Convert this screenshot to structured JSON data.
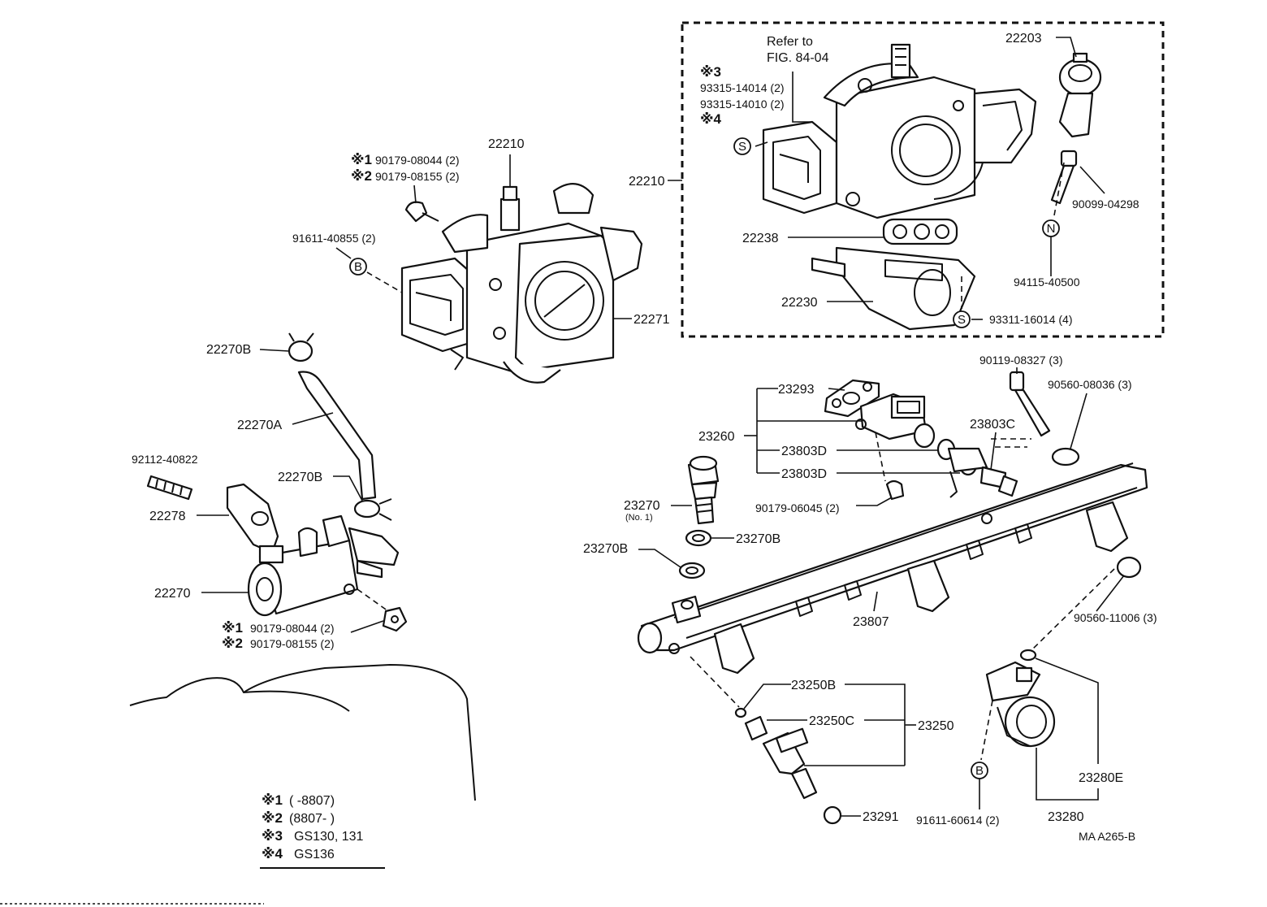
{
  "labels": {
    "refer_to_1": "Refer to",
    "refer_to_2": "FIG. 84-04",
    "mark3_top": "※3",
    "p93315_14014": "93315-14014 (2)",
    "p93315_14010": "93315-14010 (2)",
    "mark4_top": "※4",
    "p22203": "22203",
    "p90099_04298": "90099-04298",
    "p22210_box": "22210",
    "p22238": "22238",
    "p22230": "22230",
    "p93311_16014": "93311-16014 (4)",
    "p94115_40500": "94115-40500",
    "mark1_a": "※1",
    "p90179_08044_a": "90179-08044 (2)",
    "mark2_a": "※2",
    "p90179_08155_a": "90179-08155 (2)",
    "p22210": "22210",
    "p91611_40855": "91611-40855 (2)",
    "p22271": "22271",
    "p22270B_top": "22270B",
    "p22270A": "22270A",
    "p92112_40822": "92112-40822",
    "p22270B_mid": "22270B",
    "p22278": "22278",
    "p22270": "22270",
    "mark1_b": "※1",
    "p90179_08044_b": "90179-08044 (2)",
    "mark2_b": "※2",
    "p90179_08155_b": "90179-08155 (2)",
    "p90119_08327": "90119-08327 (3)",
    "p90560_08036": "90560-08036 (3)",
    "p23293": "23293",
    "p23260": "23260",
    "p23803C": "23803C",
    "p23803D_a": "23803D",
    "p23803D_b": "23803D",
    "p23270": "23270",
    "p23270_no1": "(No. 1)",
    "p90179_06045": "90179-06045 (2)",
    "p23270B_a": "23270B",
    "p23270B_b": "23270B",
    "p23807": "23807",
    "p90560_11006": "90560-11006 (3)",
    "p23250B": "23250B",
    "p23250C": "23250C",
    "p23250": "23250",
    "p23291": "23291",
    "p23280E": "23280E",
    "p23280": "23280",
    "p91611_60614": "91611-60614 (2)",
    "fig_code": "MA   A265-B"
  },
  "symbols": {
    "s_top": "S",
    "b_top": "B",
    "n_right": "N",
    "s_bottom": "S",
    "b_bottom": "B"
  },
  "legend": [
    {
      "mark": "※1",
      "text": "(        -8807)"
    },
    {
      "mark": "※2",
      "text": "(8807-        )"
    },
    {
      "mark": "※3",
      "text": "GS130, 131"
    },
    {
      "mark": "※4",
      "text": "GS136"
    }
  ]
}
